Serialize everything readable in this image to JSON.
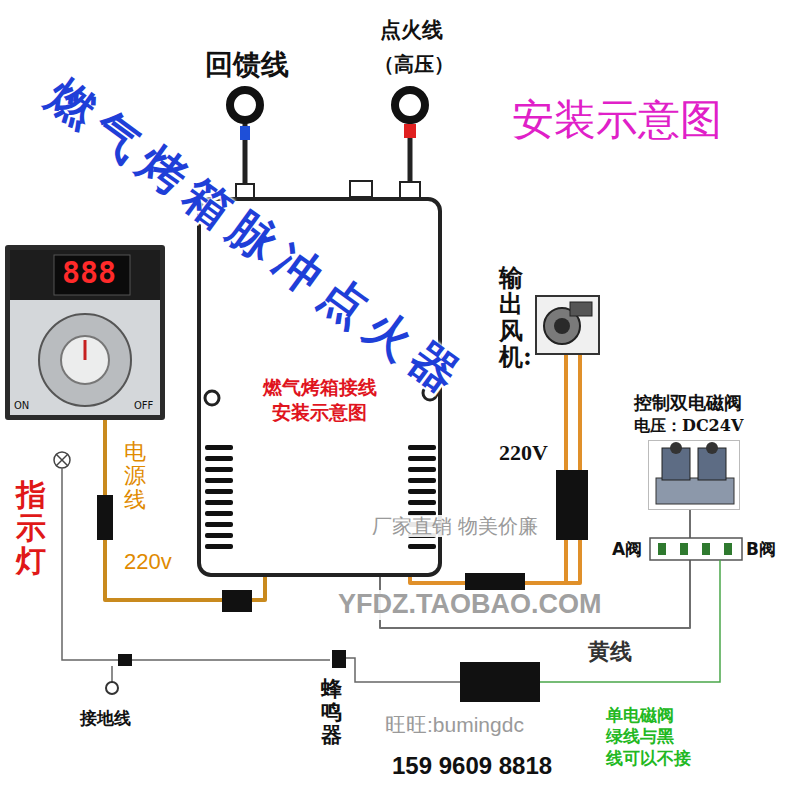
{
  "diagram": {
    "title": "燃气烤箱脉冲点火器",
    "nodes": [
      {
        "text": [
          "燃气烤箱接线 安装示意图"
        ]
      },
      {
        "text": [
          "888",
          "ON",
          "OFF"
        ]
      },
      {
        "text": [
          "输出风机:",
          "220V"
        ]
      },
      {
        "text": [
          "控制双电磁阀",
          "电压：DC24V"
        ]
      }
    ],
    "edges": [
      {
        "from": 1,
        "to": 0,
        "arrow": "none"
      },
      {
        "from": 0,
        "to": 2,
        "arrow": "none"
      },
      {
        "from": 0,
        "to": 3,
        "arrow": "none"
      }
    ],
    "labels": [
      "安装示意图",
      "回馈线",
      "点火线",
      "（高压）",
      "电源线",
      "220v",
      "指示灯",
      "接地线",
      "蜂鸣器",
      "A阀",
      "B阀",
      "黄线",
      "单电磁阀 绿线与黑 线可以不接",
      "厂家直销 物美价廉",
      "YFDZ.TAOBAO.COM",
      "旺旺:bumingdc",
      "159 9609 8818"
    ]
  }
}
